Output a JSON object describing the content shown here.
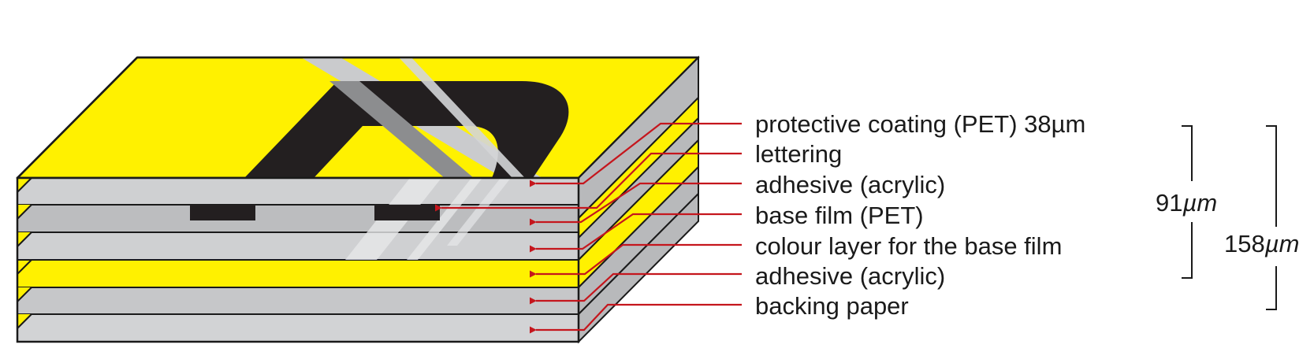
{
  "labels": [
    "protective coating (PET) 38µm",
    "lettering",
    "adhesive (acrylic)",
    "base film (PET)",
    "colour layer for the base film",
    "adhesive (acrylic)",
    "backing paper"
  ],
  "dimensions": {
    "inner": {
      "value": "91",
      "unit": "µm"
    },
    "outer": {
      "value": "158",
      "unit": "µm"
    }
  },
  "colors": {
    "yellow": "#fff100",
    "grey_front": "#c8c9cb",
    "grey_side": "#b3b4b6",
    "arrow_red": "#c5161d",
    "outline": "#1a1a1a",
    "lettering_black": "#231f20"
  }
}
